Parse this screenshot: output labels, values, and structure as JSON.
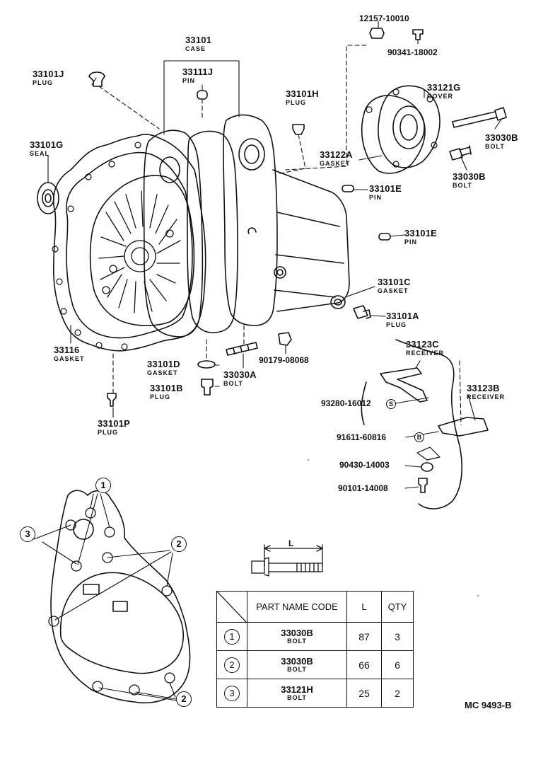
{
  "labels": {
    "p33101": {
      "code": "33101",
      "name": "CASE"
    },
    "p33111J": {
      "code": "33111J",
      "name": "PIN"
    },
    "p33101J": {
      "code": "33101J",
      "name": "PLUG"
    },
    "p33101G": {
      "code": "33101G",
      "name": "SEAL"
    },
    "p33101H": {
      "code": "33101H",
      "name": "PLUG"
    },
    "p12157": {
      "code": "12157-10010"
    },
    "p90341": {
      "code": "90341-18002"
    },
    "p33121G": {
      "code": "33121G",
      "name": "COVER"
    },
    "p33030B_a": {
      "code": "33030B",
      "name": "BOLT"
    },
    "p33030B_b": {
      "code": "33030B",
      "name": "BOLT"
    },
    "p33122A": {
      "code": "33122A",
      "name": "GASKET"
    },
    "p33101E_a": {
      "code": "33101E",
      "name": "PIN"
    },
    "p33101E_b": {
      "code": "33101E",
      "name": "PIN"
    },
    "p33101C": {
      "code": "33101C",
      "name": "GASKET"
    },
    "p33101A": {
      "code": "33101A",
      "name": "PLUG"
    },
    "p33116": {
      "code": "33116",
      "name": "GASKET"
    },
    "p90179": {
      "code": "90179-08068"
    },
    "p33101D": {
      "code": "33101D",
      "name": "GASKET"
    },
    "p33030A": {
      "code": "33030A",
      "name": "BOLT"
    },
    "p33101B": {
      "code": "33101B",
      "name": "PLUG"
    },
    "p33101P": {
      "code": "33101P",
      "name": "PLUG"
    },
    "p33123C": {
      "code": "33123C",
      "name": "RECEIVER"
    },
    "p33123B": {
      "code": "33123B",
      "name": "RECEIVER"
    },
    "p93280": {
      "code": "93280-16012",
      "mark": "S"
    },
    "p91611": {
      "code": "91611-60816",
      "mark": "B"
    },
    "p90430": {
      "code": "90430-14003"
    },
    "p90101": {
      "code": "90101-14008"
    }
  },
  "callouts": {
    "one": "1",
    "two": "2",
    "three": "3"
  },
  "dimension_label": "L",
  "table": {
    "headers": {
      "part": "PART NAME CODE",
      "l": "L",
      "qty": "QTY"
    },
    "rows": [
      {
        "mark": "1",
        "code": "33030B",
        "name": "BOLT",
        "l": "87",
        "qty": "3"
      },
      {
        "mark": "2",
        "code": "33030B",
        "name": "BOLT",
        "l": "66",
        "qty": "6"
      },
      {
        "mark": "3",
        "code": "33121H",
        "name": "BOLT",
        "l": "25",
        "qty": "2"
      }
    ]
  },
  "reference_code": "MC 9493-B"
}
